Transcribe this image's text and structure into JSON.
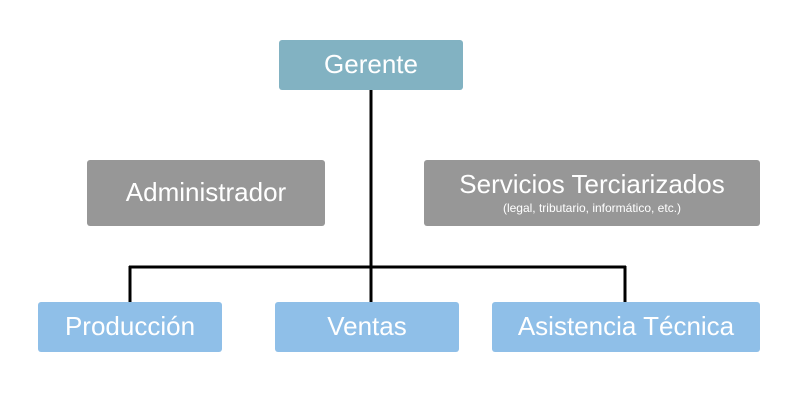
{
  "colors": {
    "top": "#82b2c2",
    "side": "#979797",
    "dept": "#8fbfe8",
    "line": "#000000"
  },
  "nodes": {
    "gerente": {
      "label": "Gerente"
    },
    "administrador": {
      "label": "Administrador"
    },
    "servicios": {
      "label": "Servicios Terciarizados",
      "sublabel": "(legal, tributario, informático, etc.)"
    },
    "produccion": {
      "label": "Producción"
    },
    "ventas": {
      "label": "Ventas"
    },
    "asistencia": {
      "label": "Asistencia Técnica"
    }
  }
}
